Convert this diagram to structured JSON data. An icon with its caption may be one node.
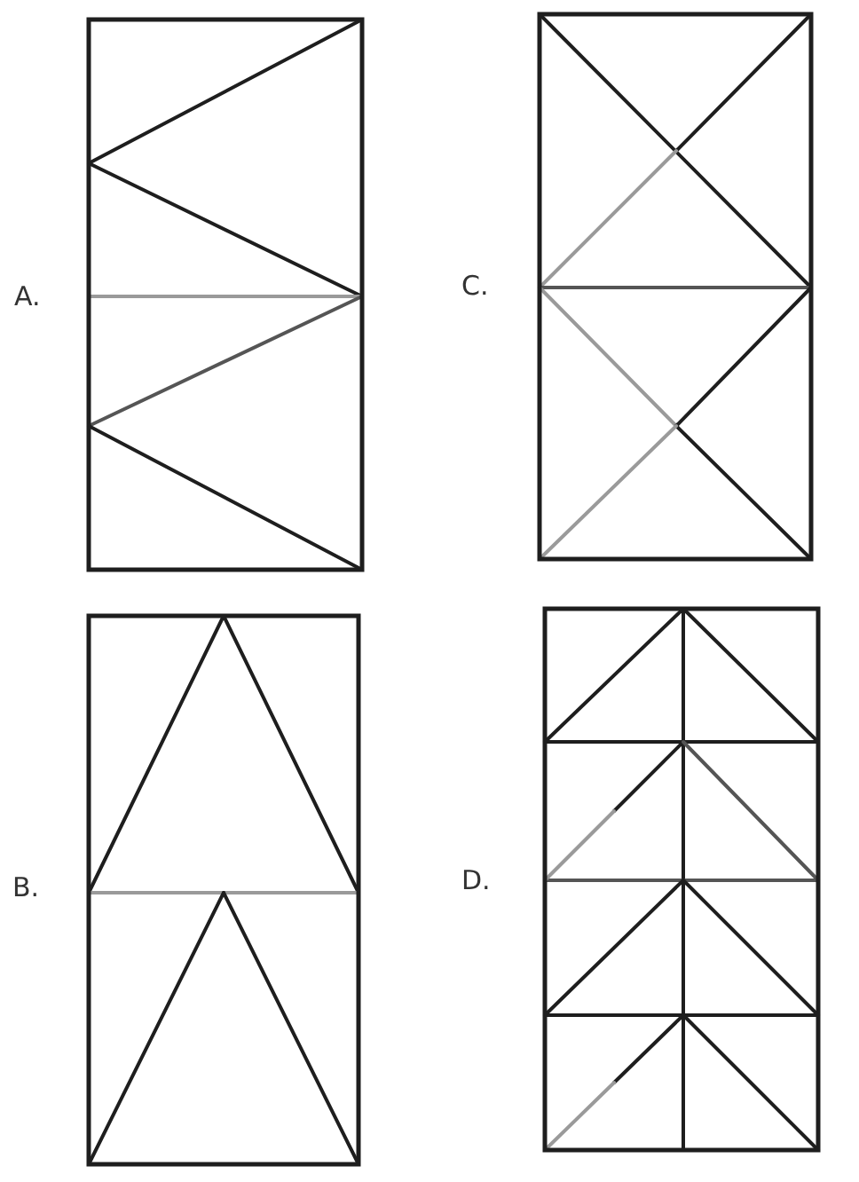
{
  "diagram": {
    "labels": [
      "A.",
      "C.",
      "B.",
      "D."
    ]
  }
}
